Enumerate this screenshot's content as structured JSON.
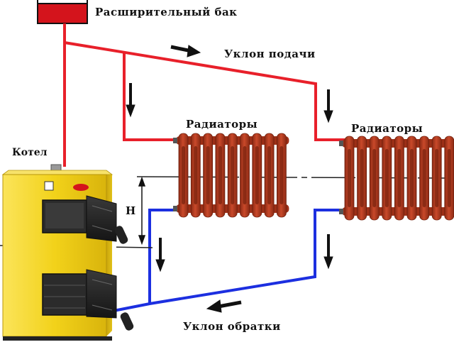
{
  "labels": {
    "expansion_tank": "Расширительный бак",
    "supply_slope": "Уклон подачи",
    "return_slope": "Уклон обратки",
    "radiators_left": "Радиаторы",
    "radiators_right": "Радиаторы",
    "boiler": "Котел",
    "height": "H"
  },
  "colors": {
    "supply": "#e8202a",
    "return": "#1c2fe0",
    "tank": "#d4141c",
    "boiler": "#f2d21a",
    "radiator": "#b5391e"
  },
  "icons": {
    "flow_arrow": "arrow-icon",
    "height_marker": "double-arrow-icon"
  }
}
